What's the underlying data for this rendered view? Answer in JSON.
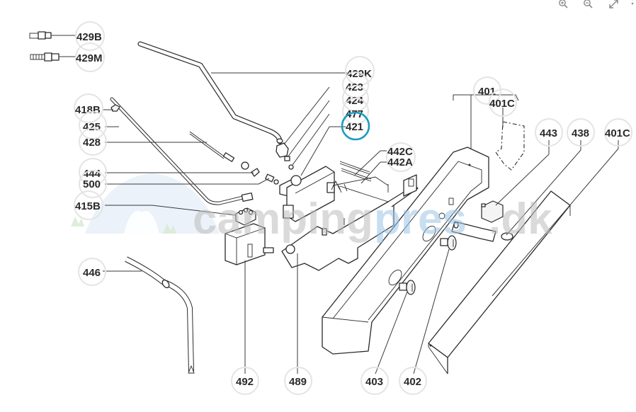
{
  "toolbar": {
    "buttons": [
      {
        "name": "zoom-in",
        "icon": "zoom-in-icon"
      },
      {
        "name": "zoom-out",
        "icon": "zoom-out-icon"
      },
      {
        "name": "fullscreen",
        "icon": "expand-icon"
      },
      {
        "name": "more",
        "icon": "more-vertical-icon"
      }
    ]
  },
  "watermark": {
    "text_part1": "camping",
    "text_part2": "pres",
    "text_part3": ".dk"
  },
  "colors": {
    "active_ring": "#1a9bc2",
    "ring": "#e4e4e4",
    "label": "#2b2b2b",
    "watermark_gray": "#d9d9d9",
    "watermark_blue": "#cfe3f3"
  },
  "callouts": {
    "c429B": "429B",
    "c429M": "429M",
    "c429K": "429K",
    "c423": "423",
    "c424": "424",
    "c477": "477",
    "c421": "421",
    "c418B": "418B",
    "c425": "425",
    "c428": "428",
    "c444": "444",
    "c500": "500",
    "c415B": "415B",
    "c442C": "442C",
    "c442A": "442A",
    "c401": "401",
    "c401C_a": "401C",
    "c443": "443",
    "c438": "438",
    "c401C_b": "401C",
    "c446": "446",
    "c492": "492",
    "c489": "489",
    "c403": "403",
    "c402": "402"
  },
  "selected_part": "421"
}
